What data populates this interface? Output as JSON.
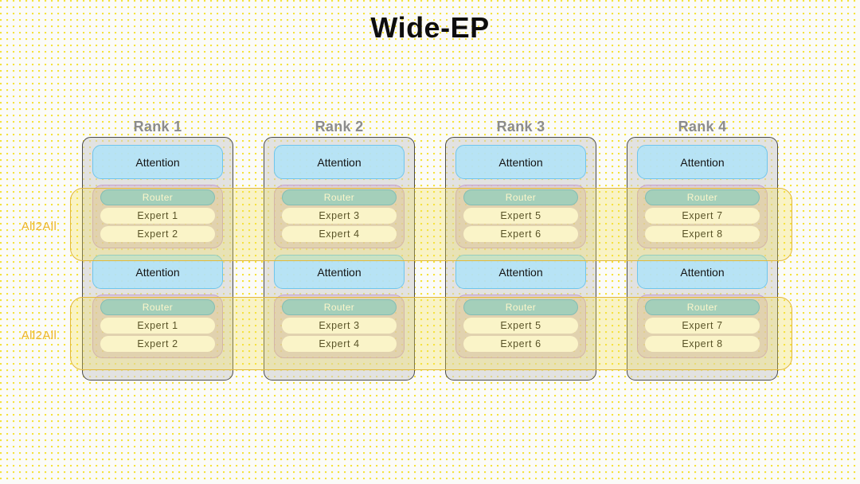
{
  "title": "Wide-EP",
  "labels": {
    "attention": "Attention",
    "router": "Router",
    "all2all": "All2All"
  },
  "colors": {
    "background": "#fbfbf8",
    "title_text": "#0d0d0d",
    "rank_label": "#8c8c8c",
    "rank_box_border": "#4a4a4a",
    "attention_fill": "#b0e2f7",
    "attention_border": "#6ec6ee",
    "router_fill": "#82c7e9",
    "router_text": "#ffffff",
    "expert_fill": "#fdfdfd",
    "moe_border": "#c6a3d2",
    "all2all_border": "#e3b93a",
    "all2all_text": "#edb52a",
    "dot_pattern": "#f5e23c"
  },
  "all2all_bands": [
    {
      "label": "All2All"
    },
    {
      "label": "All2All"
    }
  ],
  "ranks": [
    {
      "label": "Rank 1",
      "layers": [
        {
          "attention": "Attention",
          "router": "Router",
          "experts": [
            "Expert 1",
            "Expert 2"
          ]
        },
        {
          "attention": "Attention",
          "router": "Router",
          "experts": [
            "Expert 1",
            "Expert 2"
          ]
        }
      ]
    },
    {
      "label": "Rank 2",
      "layers": [
        {
          "attention": "Attention",
          "router": "Router",
          "experts": [
            "Expert 3",
            "Expert 4"
          ]
        },
        {
          "attention": "Attention",
          "router": "Router",
          "experts": [
            "Expert 3",
            "Expert 4"
          ]
        }
      ]
    },
    {
      "label": "Rank 3",
      "layers": [
        {
          "attention": "Attention",
          "router": "Router",
          "experts": [
            "Expert 5",
            "Expert 6"
          ]
        },
        {
          "attention": "Attention",
          "router": "Router",
          "experts": [
            "Expert 5",
            "Expert 6"
          ]
        }
      ]
    },
    {
      "label": "Rank 4",
      "layers": [
        {
          "attention": "Attention",
          "router": "Router",
          "experts": [
            "Expert 7",
            "Expert 8"
          ]
        },
        {
          "attention": "Attention",
          "router": "Router",
          "experts": [
            "Expert 7",
            "Expert 8"
          ]
        }
      ]
    }
  ]
}
